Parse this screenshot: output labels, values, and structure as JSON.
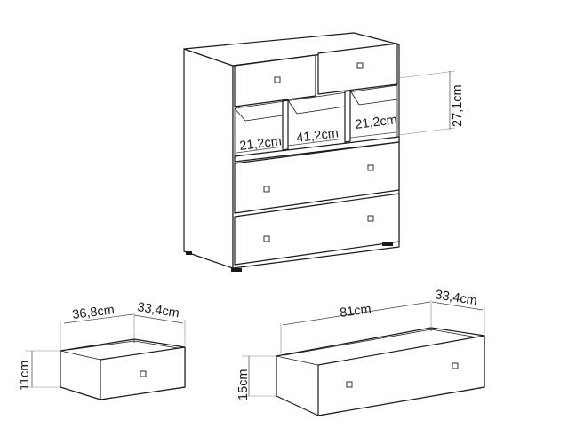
{
  "diagram": {
    "cabinet_dimensions": {
      "height": "27,1cm",
      "left_width": "21,2cm",
      "middle_width": "41,2cm",
      "right_width": "21,2cm"
    },
    "small_drawer": {
      "width": "36,8cm",
      "depth": "33,4cm",
      "height": "11cm"
    },
    "large_drawer": {
      "width": "81cm",
      "depth": "33,4cm",
      "height": "15cm"
    }
  }
}
